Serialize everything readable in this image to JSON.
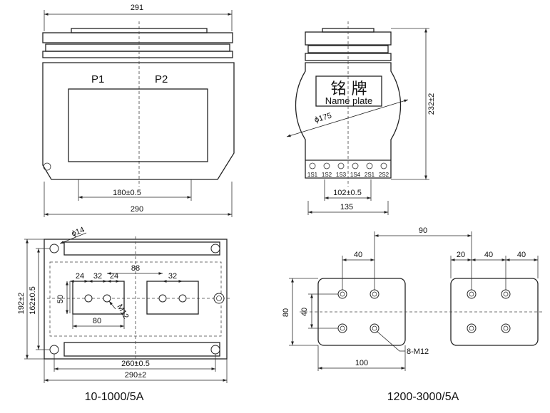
{
  "view_top_left": {
    "dim_top": "291",
    "p1": "P1",
    "p2": "P2",
    "dim_180": "180±0.5",
    "dim_290": "290"
  },
  "view_top_right": {
    "plate_cn": "铭  牌",
    "plate_en": "Name plate",
    "phi": "ϕ175",
    "dim_232": "232±2",
    "terminals": [
      "1S1",
      "1S2",
      "1S3",
      "1S4",
      "2S1",
      "2S2"
    ],
    "dim_102": "102±0.5",
    "dim_135": "135"
  },
  "view_bottom_left": {
    "phi14": "ϕ14",
    "d88": "88",
    "d24a": "24",
    "d32a": "32",
    "d24b": "24",
    "d32b": "32",
    "d50": "50",
    "m12": "M12",
    "d80": "80",
    "d192": "192±2",
    "d162": "162±0.5",
    "d260": "260±0.5",
    "d290": "290±2",
    "caption": "10-1000/5A"
  },
  "view_bottom_right": {
    "d90": "90",
    "d40a": "40",
    "d20": "20",
    "d40b": "40",
    "d40c": "40",
    "d80": "80",
    "d40v": "40",
    "m12": "8-M12",
    "d100": "100",
    "caption": "1200-3000/5A"
  }
}
